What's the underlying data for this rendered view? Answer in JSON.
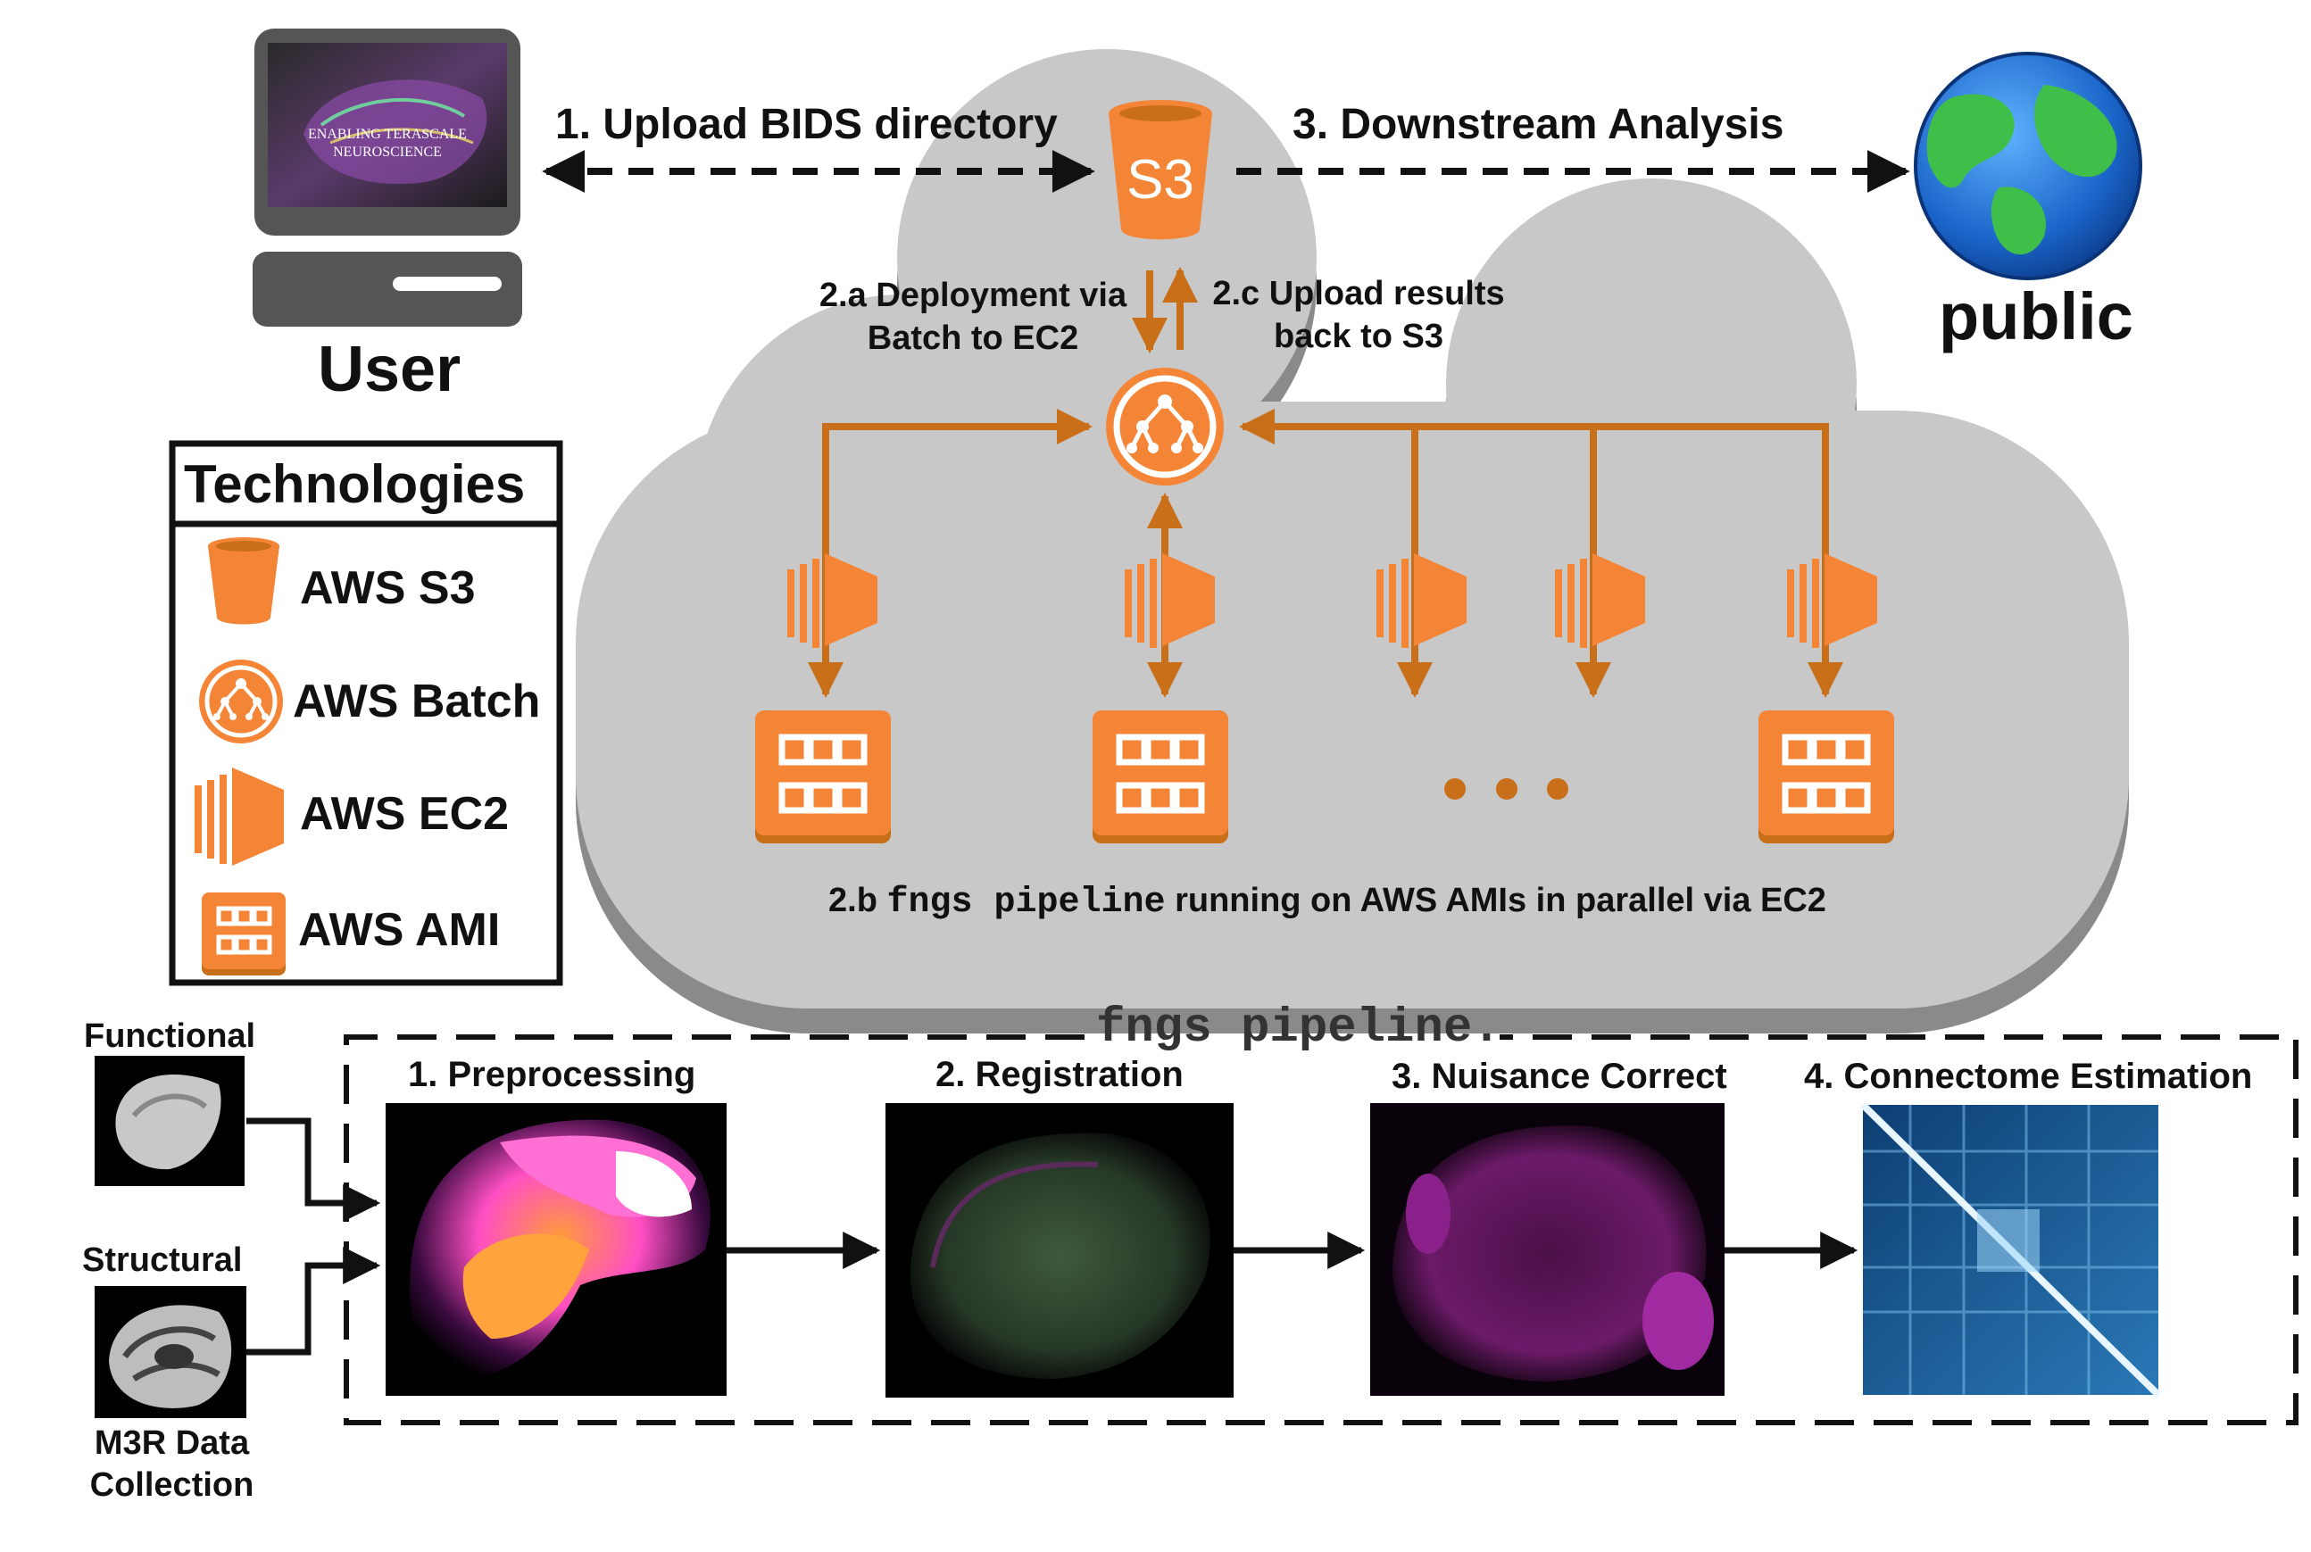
{
  "user": {
    "label": "User",
    "screen_line1": "ENABLING TERASCALE",
    "screen_line2": "NEUROSCIENCE"
  },
  "public": {
    "label": "public"
  },
  "steps": {
    "upload": "1. Upload BIDS directory",
    "downstream": "3. Downstream Analysis",
    "deploy_line1": "2.a Deployment via",
    "deploy_line2": "Batch to EC2",
    "results_line1": "2.c Upload results",
    "results_line2": "back to S3",
    "pipeline_prefix": "2.b",
    "pipeline_code": "fngs pipeline",
    "pipeline_suffix": "running on AWS AMIs in parallel via EC2"
  },
  "s3_icon_text": "S3",
  "technologies": {
    "title": "Technologies",
    "items": [
      "AWS S3",
      "AWS Batch",
      "AWS EC2",
      "AWS AMI"
    ]
  },
  "pipeline": {
    "title": "fngs pipeline.",
    "stages": [
      "1. Preprocessing",
      "2. Registration",
      "3. Nuisance Correct",
      "4. Connectome Estimation"
    ]
  },
  "inputs": {
    "functional": "Functional",
    "structural": "Structural",
    "collection_line1": "M3R Data",
    "collection_line2": "Collection"
  },
  "colors": {
    "aws_orange": "#F58536",
    "arrow_orange": "#C96F1A",
    "cloud_gray": "#C8C8C8",
    "cloud_shadow": "#8A8A8A"
  }
}
